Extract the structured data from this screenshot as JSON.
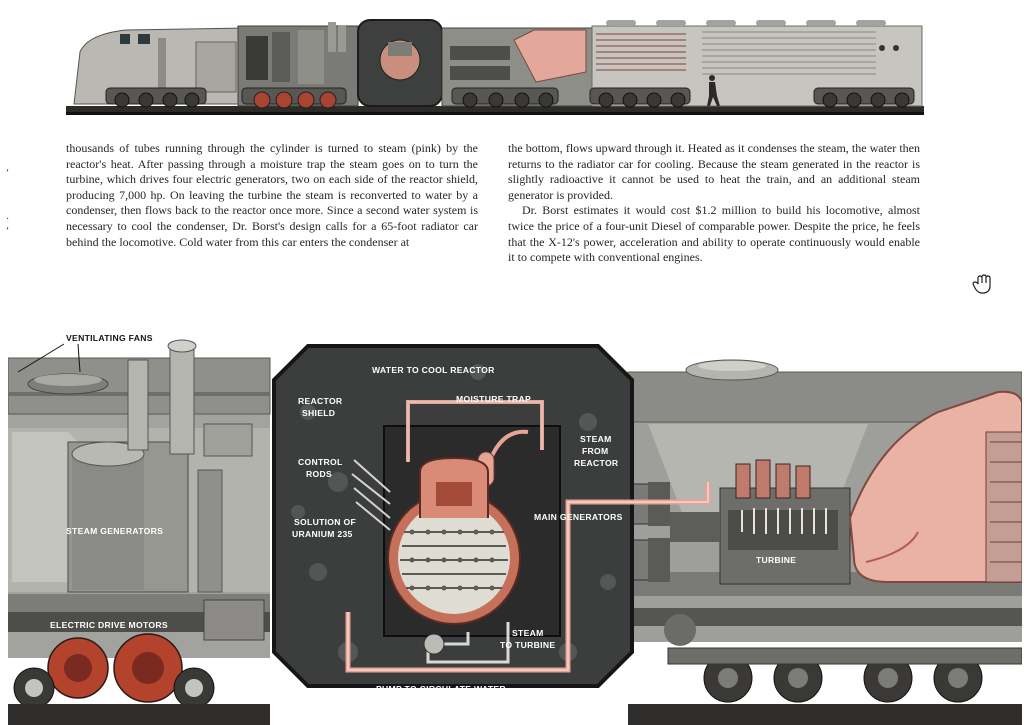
{
  "article": {
    "left_column": "thousands of tubes running through the cylinder is turned to steam (pink) by the reactor's heat. After passing through a moisture trap the steam goes on to turn the turbine, which drives four electric generators, two on each side of the reactor shield, producing 7,000 hp. On leaving the turbine the steam is reconverted to water by a condenser, then flows back to the reactor once more. Since a second water system is necessary to cool the condenser, Dr. Borst's design calls for a 65-foot radiator car behind the locomotive. Cold water from this car enters the condenser at",
    "right_column_p1": "the bottom, flows upward through it. Heated as it condenses the steam, the water then returns to the radiator car for cooling. Because the steam generated in the reactor is slightly radioactive it cannot be used to heat the train, and an additional steam generator is provided.",
    "right_column_p2": "Dr. Borst estimates it would cost $1.2 million to build his locomotive, almost twice the price of a four-unit Diesel of comparable power. Despite the price, he feels that the X-12's power, acceleration and ability to operate continuously would enable it to compete with conventional engines."
  },
  "diagram_labels": {
    "ventilating_fans": "VENTILATING FANS",
    "steam_generators": "STEAM GENERATORS",
    "electric_drive_motors": "ELECTRIC DRIVE MOTORS",
    "water_to_cool_reactor": "WATER TO COOL REACTOR",
    "reactor_shield_1": "REACTOR",
    "reactor_shield_2": "SHIELD",
    "moisture_trap": "MOISTURE TRAP",
    "control_rods_1": "CONTROL",
    "control_rods_2": "RODS",
    "steam_from_reactor_1": "STEAM",
    "steam_from_reactor_2": "FROM",
    "steam_from_reactor_3": "REACTOR",
    "solution_1": "SOLUTION OF",
    "solution_2": "URANIUM 235",
    "main_generators": "MAIN GENERATORS",
    "turbine": "TURBINE",
    "steam_to_turbine_1": "STEAM",
    "steam_to_turbine_2": "TO TURBINE",
    "pump": "PUMP TO CIRCULATE WATER"
  },
  "colors": {
    "steam_pink": "#e9a79a",
    "body_gray": "#9a9a96",
    "shield_dark": "#3a3d3c",
    "wheel_red": "#b4432e",
    "text": "#2a2520"
  },
  "icons": {
    "hand_cursor": "hand-cursor-icon"
  }
}
